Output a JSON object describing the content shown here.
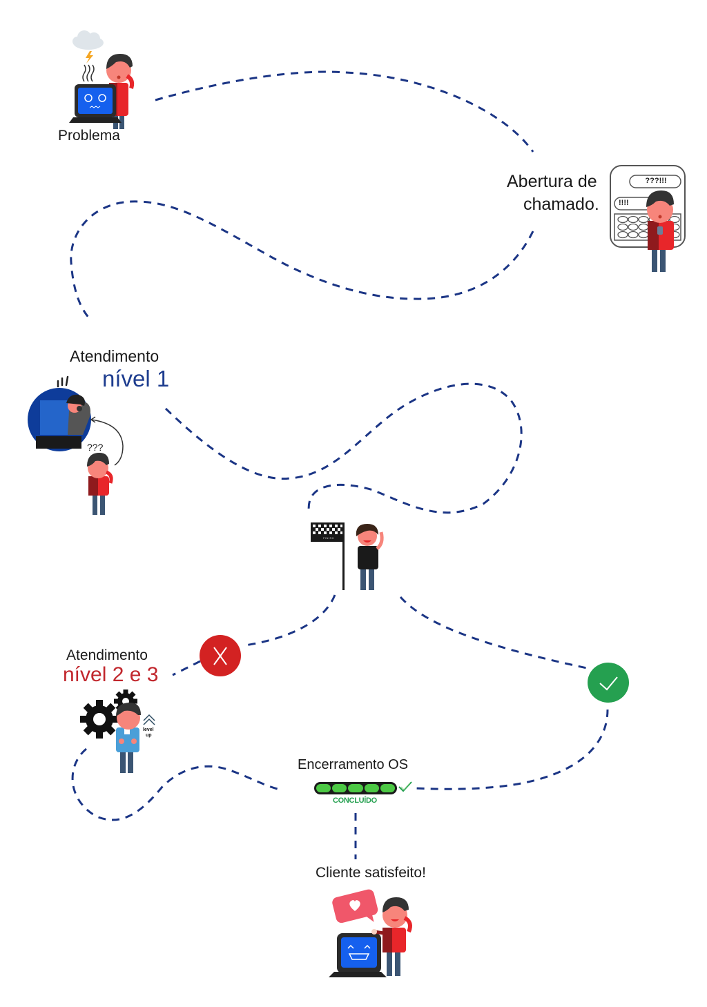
{
  "colors": {
    "path": "#1b3585",
    "level1": "#1e3d8f",
    "level23": "#c1272d",
    "reject": "#d32222",
    "approve": "#25a050",
    "progress": "#4cc844",
    "concluido_text": "#25a050",
    "shirt_red": "#e8262a",
    "pants": "#3b5573",
    "skin": "#f7857b",
    "screen": "#1560ee"
  },
  "steps": {
    "problema": {
      "label": "Problema",
      "icons": [
        "storm-cloud-icon",
        "lightning-icon",
        "smoke-icon",
        "broken-laptop-icon",
        "worried-person-icon"
      ]
    },
    "abertura": {
      "label_line1": "Abertura de",
      "label_line2": "chamado.",
      "phone_bubble_1": "???!!!",
      "phone_bubble_2": "!!!!"
    },
    "nivel1": {
      "label_line1": "Atendimento",
      "label_line2": "nível 1",
      "question_marks": "???",
      "exclaim": "!!"
    },
    "finish": {
      "flag_text": "FINISH"
    },
    "nivel23": {
      "label_line1": "Atendimento",
      "label_line2": "nível 2 e 3",
      "level_up_line1": "level",
      "level_up_line2": "up"
    },
    "encerramento": {
      "label": "Encerramento OS",
      "status": "CONCLUÍDO",
      "progress_segments_filled": 5,
      "progress_segments_total": 5
    },
    "satisfeito": {
      "label": "Cliente satisfeito!"
    }
  },
  "decisions": {
    "reject": {
      "icon": "x-icon"
    },
    "approve": {
      "icon": "check-icon"
    }
  }
}
